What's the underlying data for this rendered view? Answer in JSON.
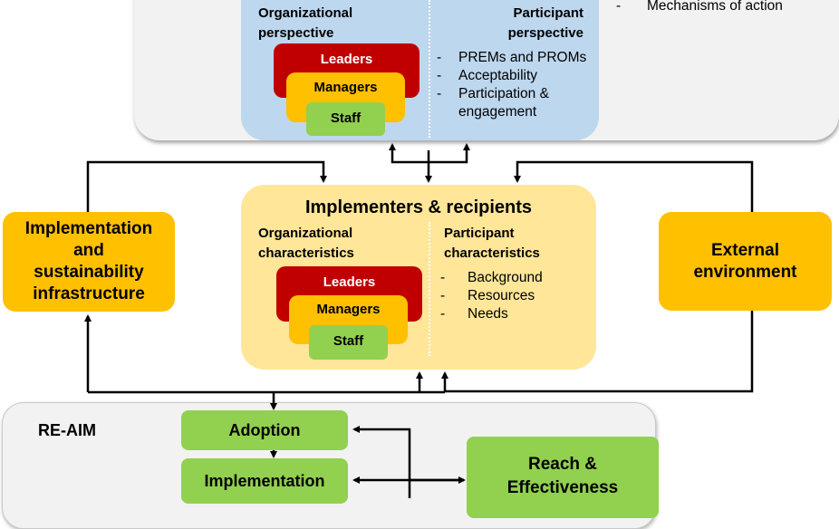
{
  "top_panel": {
    "outcomes_list": [
      "Mechanisms of action"
    ],
    "organizational": {
      "heading_line1": "Organizational",
      "heading_line2": "perspective",
      "levels": [
        "Leaders",
        "Managers",
        "Staff"
      ]
    },
    "participant": {
      "heading_line1": "Participant",
      "heading_line2": "perspective",
      "items": [
        "PREMs and PROMs",
        "Acceptability",
        "Participation &",
        "engagement"
      ]
    }
  },
  "implementers": {
    "title": "Implementers & recipients",
    "organizational": {
      "heading_line1": "Organizational",
      "heading_line2": "characteristics",
      "levels": [
        "Leaders",
        "Managers",
        "Staff"
      ]
    },
    "participant": {
      "heading_line1": "Participant",
      "heading_line2": "characteristics",
      "items": [
        "Background",
        "Resources",
        "Needs"
      ]
    }
  },
  "infrastructure": {
    "lines": [
      "Implementation",
      "and",
      "sustainability",
      "infrastructure"
    ]
  },
  "external": {
    "lines": [
      "External",
      "environment"
    ]
  },
  "reaim": {
    "label": "RE-AIM",
    "adoption": "Adoption",
    "implementation": "Implementation",
    "reach_line1": "Reach &",
    "reach_line2": "Effectiveness"
  },
  "list_dash": "-",
  "colors": {
    "leaders": "#c00000",
    "managers": "#ffc000",
    "staff": "#92d050",
    "blue_panel": "#bdd7ee",
    "yellow_panel": "#ffe699",
    "grey_panel": "#f2f2f2"
  }
}
